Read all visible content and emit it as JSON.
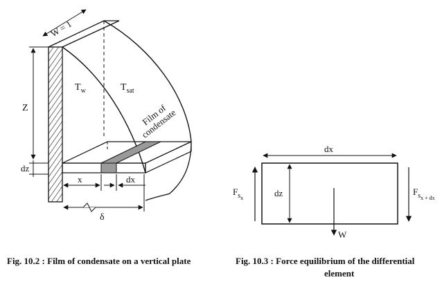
{
  "fig1": {
    "labels": {
      "w": "W = 1",
      "tw_main": "T",
      "tw_sub": "w",
      "tsat_main": "T",
      "tsat_sub": "sat",
      "z": "Z",
      "dz": "dz",
      "x": "x",
      "dx": "dx",
      "delta": "δ",
      "film_line1": "Film of",
      "film_line2": "condensate"
    },
    "caption": "Fig. 10.2 : Film of condensate on a vertical plate"
  },
  "fig2": {
    "labels": {
      "dx": "dx",
      "dz": "dz",
      "fsx_main": "F",
      "fsx_sub": "s",
      "fsx_subsub": "x",
      "fsxdx_main": "F",
      "fsxdx_sub": "s",
      "fsxdx_subsub": "x + dx",
      "w": "W"
    },
    "caption_line1": "Fig. 10.3 : Force equilibrium of the differential",
    "caption_line2": "element"
  },
  "colors": {
    "ink": "#111111",
    "shade": "#9a9a9a"
  }
}
